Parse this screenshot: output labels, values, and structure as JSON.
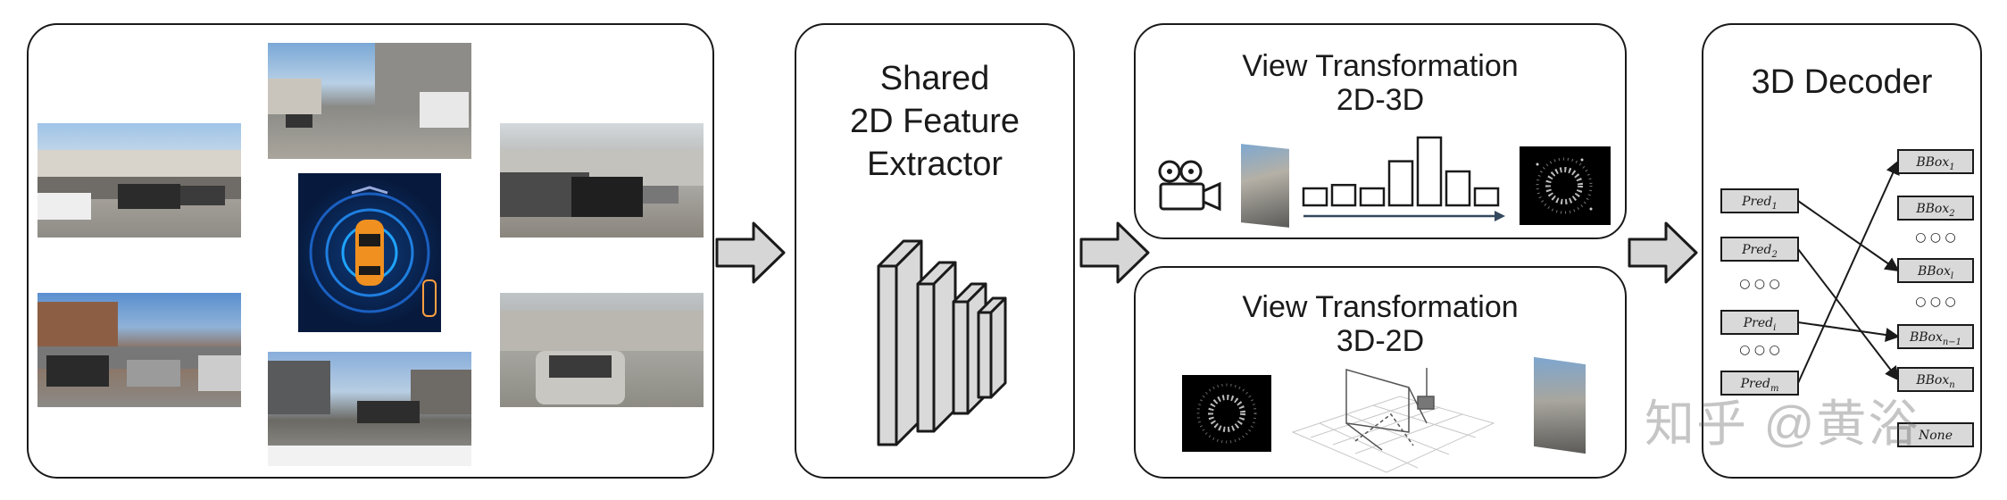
{
  "panels": {
    "extractor_title_l1": "Shared",
    "extractor_title_l2": "2D Feature",
    "extractor_title_l3": "Extractor",
    "vt1_title_l1": "View Transformation",
    "vt1_title_l2": "2D-3D",
    "vt2_title_l1": "View Transformation",
    "vt2_title_l2": "3D-2D",
    "decoder_title": "3D Decoder"
  },
  "decoder": {
    "preds": [
      "Pred1",
      "Pred2",
      "Predi",
      "Predm"
    ],
    "pred_subs": [
      "1",
      "2",
      "i",
      "m"
    ],
    "boxes": [
      "BBox1",
      "BBox2",
      "BBoxl",
      "BBoxn-1",
      "BBoxn",
      "None"
    ],
    "box_subs": [
      "1",
      "2",
      "l",
      "n−1",
      "n",
      ""
    ],
    "ellipsis": "○ ○ ○"
  },
  "histogram": {
    "values": [
      1,
      1.2,
      1,
      2.6,
      4,
      2,
      1
    ]
  },
  "watermark": "知乎 @黄浴",
  "colors": {
    "stroke": "#1a1a1a",
    "arrow_fill": "#d6d6d6",
    "box_fill": "#d9d9d9",
    "hist_arrow": "#34495e"
  }
}
